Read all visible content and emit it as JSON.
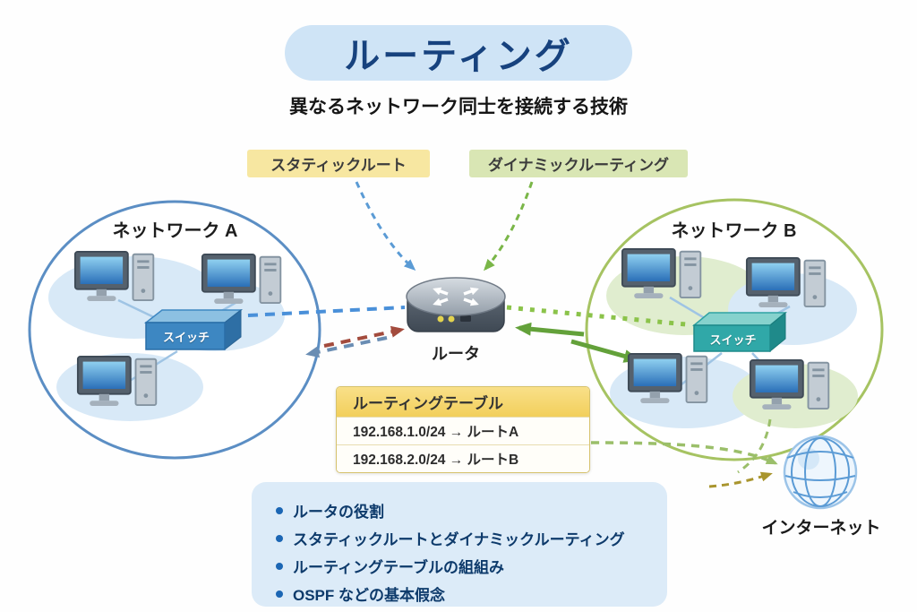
{
  "page": {
    "title": "ルーティング",
    "subtitle": "異なるネットワーク同士を接続する技術"
  },
  "tags": {
    "static_route": "スタティックルート",
    "dynamic_routing": "ダイナミックルーティング"
  },
  "network_a": {
    "label": "ネットワーク A",
    "switch": "スイッチ"
  },
  "network_b": {
    "label": "ネットワーク B",
    "switch": "スイッチ"
  },
  "router": {
    "label": "ルータ"
  },
  "routing_table": {
    "title": "ルーティングテーブル",
    "rows": [
      "192.168.1.0/24 → ルートA",
      "192.168.2.0/24 → ルートB"
    ]
  },
  "internet": {
    "label": "インターネット"
  },
  "topics": [
    "ルータの役割",
    "スタティックルートとダイナミックルーティング",
    "ルーティングテーブルの組組み",
    "OSPF などの基本假念"
  ],
  "colors": {
    "title_bg": "#cfe4f6",
    "title_text": "#17427e",
    "static_tag_bg": "#f7e7a1",
    "dynamic_tag_bg": "#d9e6b4",
    "network_a_border": "#5b8ec4",
    "network_b_border": "#a6c362",
    "table_header_bg": "#f6d96e",
    "topics_bg": "#dcebf8",
    "arrow_blue": "#5b9bd5",
    "arrow_green": "#7ab648",
    "arrow_maroon": "#a34b3d",
    "internet_stroke": "#5b9bd5"
  }
}
